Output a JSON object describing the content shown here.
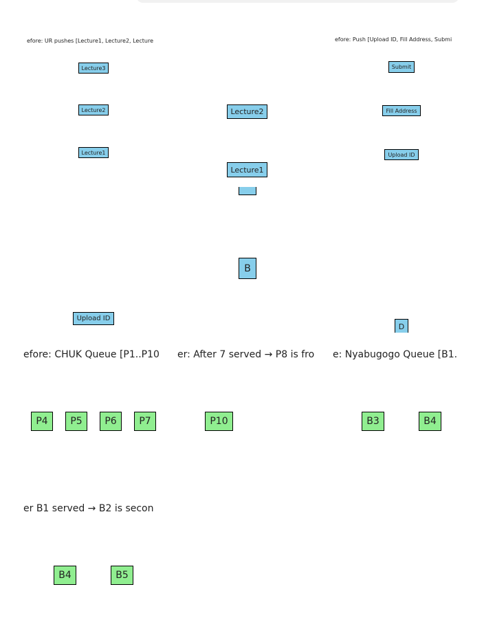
{
  "colors": {
    "stack_box": "#87ceeb",
    "queue_box": "#90ee90",
    "border": "#000000"
  },
  "row1": {
    "left_title": "efore: UR pushes [Lecture1, Lecture2, Lecture",
    "left_items": [
      "Lecture3",
      "Lecture2",
      "Lecture1"
    ],
    "mid_items": [
      "Lecture2",
      "Lecture1"
    ],
    "right_title": "efore: Push [Upload ID, Fill Address, Submi",
    "right_items": [
      "Submit",
      "Fill Address",
      "Upload ID"
    ]
  },
  "row2": {
    "mid_item": "B",
    "left_item": "Upload ID",
    "right_item": "D"
  },
  "row3": {
    "left_title": "efore: CHUK Queue [P1..P10",
    "left_items": [
      "P4",
      "P5",
      "P6",
      "P7"
    ],
    "mid_title": "er: After 7 served → P8 is fro",
    "mid_items": [
      "P10"
    ],
    "right_title": "e: Nyabugogo Queue [B1.",
    "right_items": [
      "B3",
      "B4"
    ]
  },
  "row4": {
    "left_title": "er B1 served → B2 is secon",
    "left_items": [
      "B4",
      "B5"
    ]
  }
}
